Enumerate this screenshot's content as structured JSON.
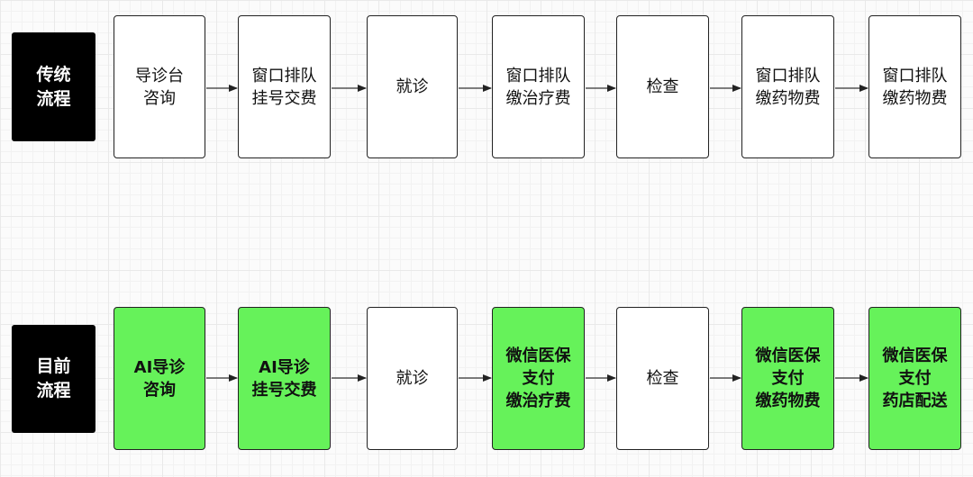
{
  "colors": {
    "highlight": "#66f25a",
    "plain": "#ffffff",
    "label_bg": "#000000"
  },
  "rows": [
    {
      "label": "传统\n流程",
      "steps": [
        {
          "text": "导诊台\n咨询",
          "fill": "plain"
        },
        {
          "text": "窗口排队\n挂号交费",
          "fill": "plain"
        },
        {
          "text": "就诊",
          "fill": "plain"
        },
        {
          "text": "窗口排队\n缴治疗费",
          "fill": "plain"
        },
        {
          "text": "检查",
          "fill": "plain"
        },
        {
          "text": "窗口排队\n缴药物费",
          "fill": "plain"
        },
        {
          "text": "窗口排队\n缴药物费",
          "fill": "plain"
        }
      ]
    },
    {
      "label": "目前\n流程",
      "steps": [
        {
          "text": "AI导诊\n咨询",
          "fill": "highlight"
        },
        {
          "text": "AI导诊\n挂号交费",
          "fill": "highlight"
        },
        {
          "text": "就诊",
          "fill": "plain"
        },
        {
          "text": "微信医保\n支付\n缴治疗费",
          "fill": "highlight"
        },
        {
          "text": "检查",
          "fill": "plain"
        },
        {
          "text": "微信医保\n支付\n缴药物费",
          "fill": "highlight"
        },
        {
          "text": "微信医保\n支付\n药店配送",
          "fill": "highlight"
        }
      ]
    }
  ]
}
